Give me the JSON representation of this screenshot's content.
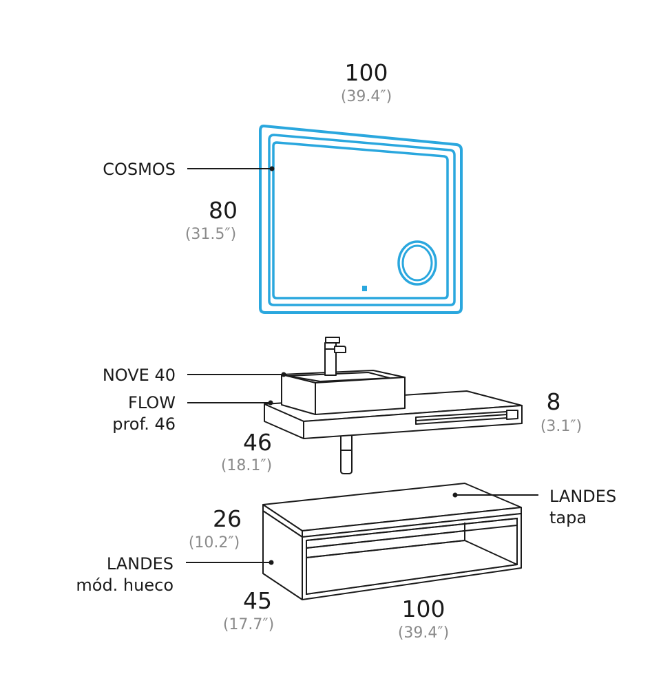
{
  "diagram": {
    "mirror": {
      "width": "100",
      "width_in": "(39.4″)",
      "height": "80",
      "height_in": "(31.5″)",
      "name": "COSMOS"
    },
    "basin": {
      "name": "NOVE 40"
    },
    "countertop": {
      "name": "FLOW",
      "subname": "prof. 46",
      "depth": "46",
      "depth_in": "(18.1″)",
      "thickness": "8",
      "thickness_in": "(3.1″)"
    },
    "top": {
      "name": "LANDES",
      "subname": "tapa"
    },
    "module": {
      "name": "LANDES",
      "subname": "mód. hueco",
      "height": "26",
      "height_in": "(10.2″)",
      "depth": "45",
      "depth_in": "(17.7″)",
      "width": "100",
      "width_in": "(39.4″)"
    },
    "colors": {
      "led": "#2aa7de",
      "line": "#1a1a1a",
      "imperial": "#8a8a8a"
    }
  }
}
